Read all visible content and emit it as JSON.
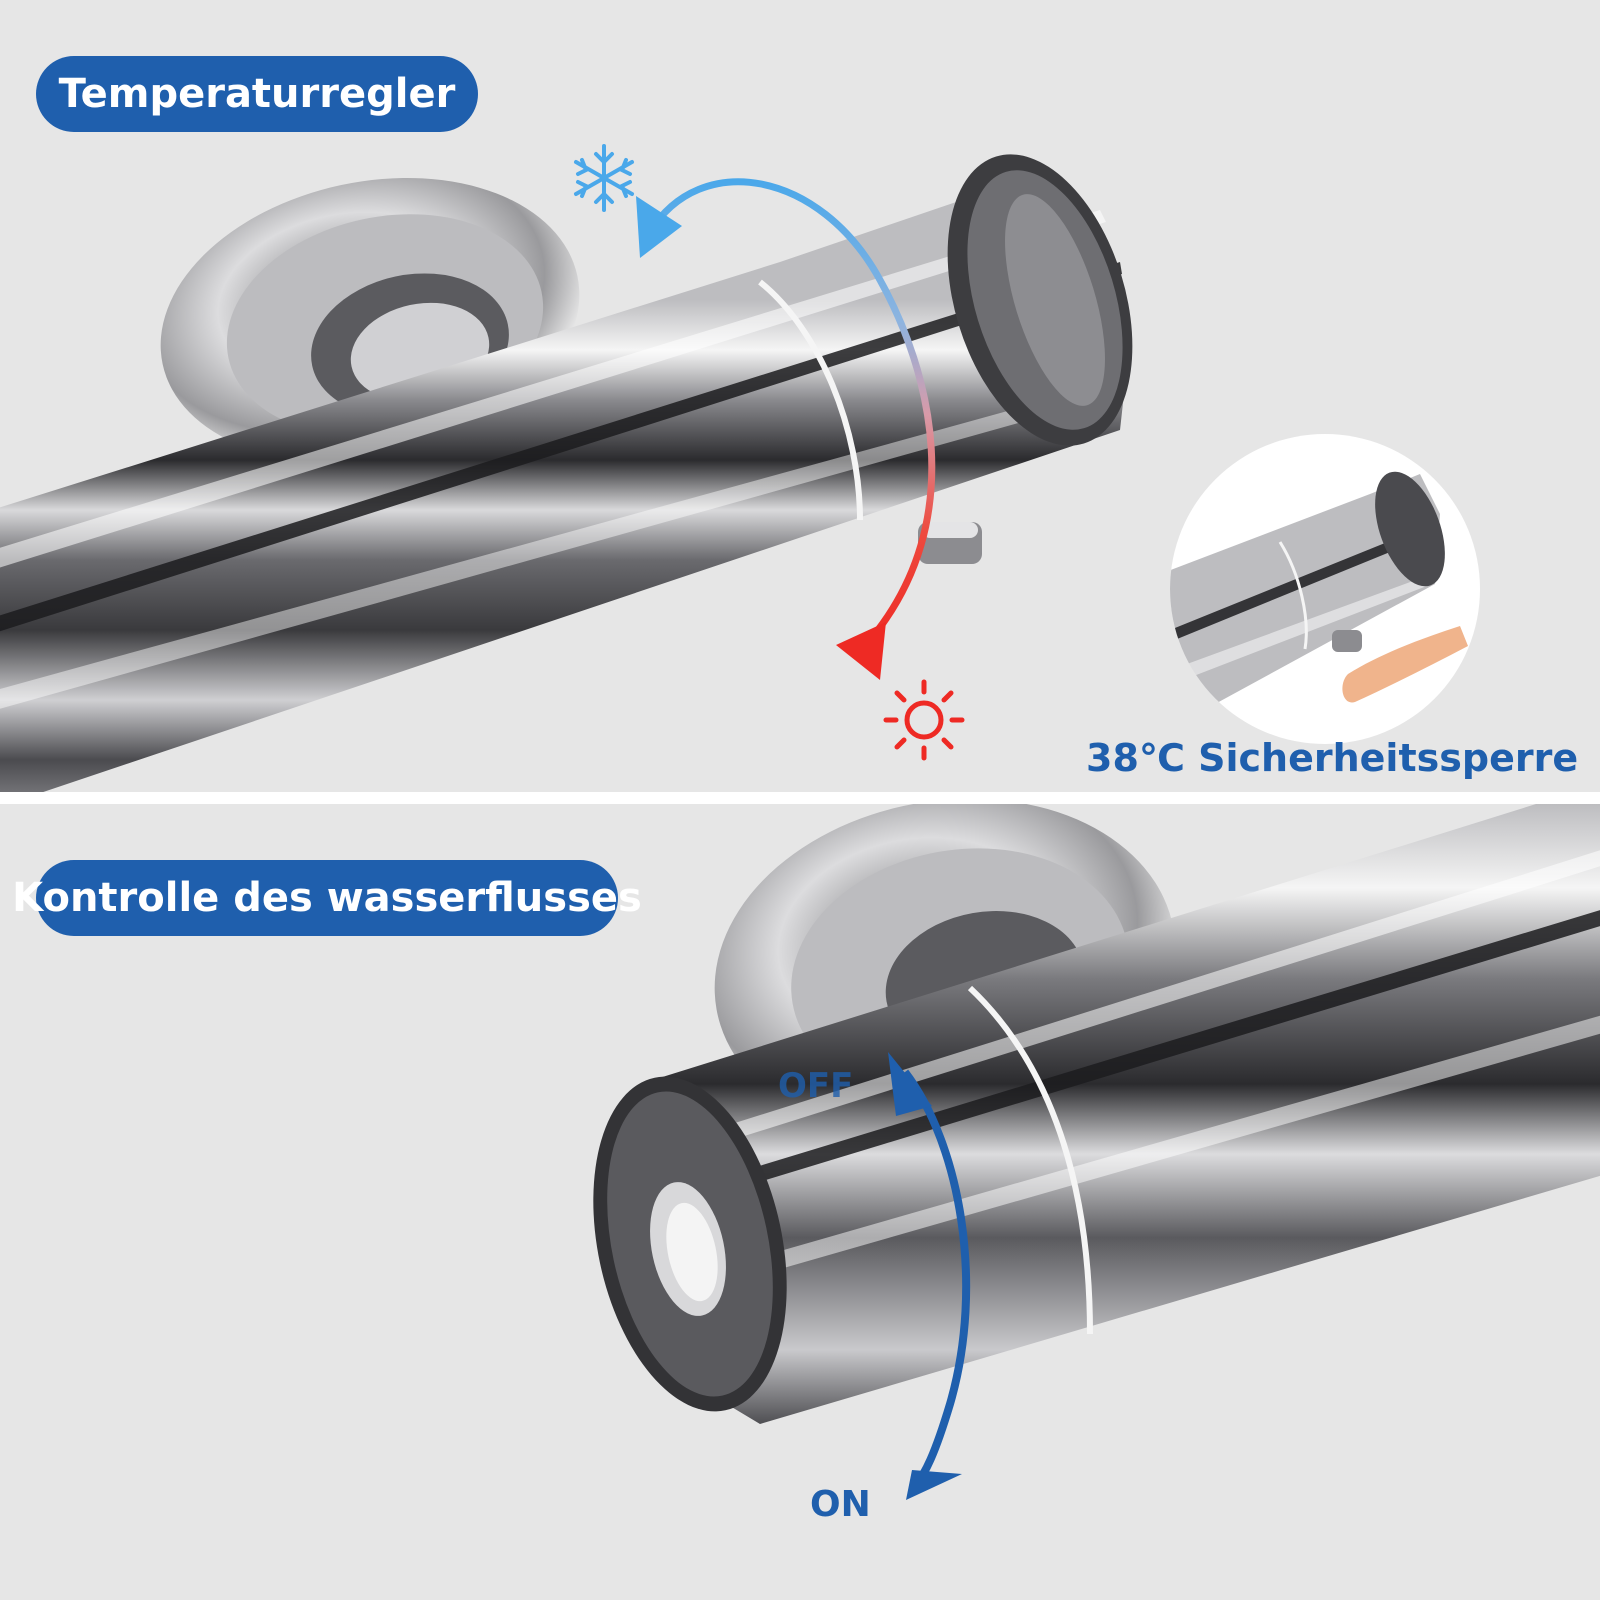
{
  "colors": {
    "brand_blue": "#1f5fad",
    "cold_blue": "#4aa8ea",
    "hot_red": "#ee2a24",
    "panel_bg": "#e6e6e6",
    "chrome_dark": "#2e2e31",
    "chrome_light": "#f2f2f2"
  },
  "temperature_section": {
    "title": "Temperaturregler",
    "cold_icon": "snowflake-icon",
    "hot_icon": "sun-icon",
    "safety_lock_label": "38℃ Sicherheitssperre"
  },
  "flow_section": {
    "title": "Kontrolle des wasserflusses",
    "off_label": "OFF",
    "on_label": "ON"
  }
}
